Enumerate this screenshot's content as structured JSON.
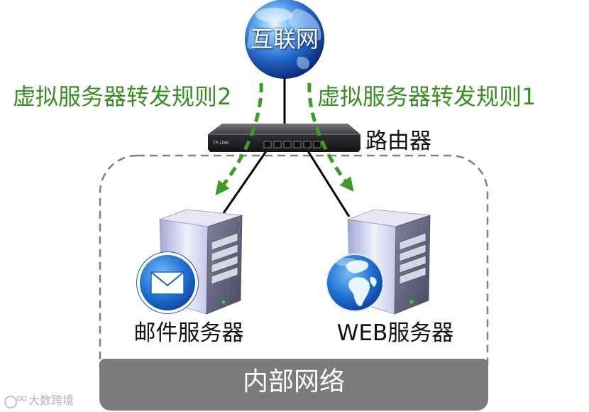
{
  "internet": {
    "label": "互联网",
    "icon": "globe-icon"
  },
  "router": {
    "label": "路由器",
    "icon": "router-icon",
    "brand": "TP-LINK"
  },
  "rules": {
    "left": {
      "label": "虚拟服务器转发规则2"
    },
    "right": {
      "label": "虚拟服务器转发规则1"
    }
  },
  "servers": [
    {
      "label": "邮件服务器",
      "icon": "server-icon",
      "badge": "envelope-icon"
    },
    {
      "label": "WEB服务器",
      "icon": "server-icon",
      "badge": "globe-icon"
    }
  ],
  "internal_network": {
    "label": "内部网络"
  },
  "watermark": {
    "text": "大数跨境"
  },
  "colors": {
    "rule_text": "#3a8f24",
    "rule_arrow": "#3c9c26",
    "link": "#000000",
    "boundary": "#808080",
    "internal_bar": "#7b7b7b",
    "internal_bar_text": "#ffffff"
  }
}
